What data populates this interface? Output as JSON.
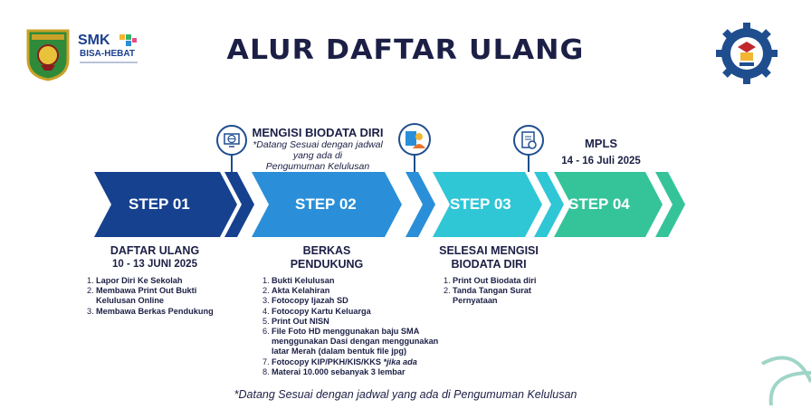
{
  "header": {
    "title": "ALUR DAFTAR ULANG",
    "logo_left": "regional-emblem",
    "logo_smk_main": "SMK",
    "logo_smk_sub": "BISA-HEBAT",
    "logo_right": "school-gear-emblem"
  },
  "steps": [
    {
      "label": "STEP 01",
      "color": "#16418f"
    },
    {
      "label": "STEP 02",
      "color": "#2a8fd8"
    },
    {
      "label": "STEP 03",
      "color": "#2fc6d6"
    },
    {
      "label": "STEP 04",
      "color": "#35c39a"
    }
  ],
  "top_items": {
    "step2_title": "MENGISI BIODATA DIRI",
    "step2_note_1": "*Datang Sesuai dengan jadwal",
    "step2_note_2": "yang ada di",
    "step2_note_3": "Pengumuman Kelulusan",
    "step4_title": "MPLS",
    "step4_date": "14 - 16 Juli 2025"
  },
  "col1": {
    "title": "DAFTAR ULANG",
    "date": "10 -  13 JUNI 2025",
    "items": [
      "Lapor Diri Ke Sekolah",
      "Membawa Print Out Bukti Kelulusan Online",
      "Membawa Berkas Pendukung"
    ]
  },
  "col2": {
    "title_1": "BERKAS",
    "title_2": "PENDUKUNG",
    "items": [
      "Bukti Kelulusan",
      "Akta Kelahiran",
      "Fotocopy Ijazah SD",
      "Fotocopy Kartu Keluarga",
      "Print Out NISN",
      "File Foto HD menggunakan baju SMA menggunakan Dasi  dengan menggunakan latar Merah (dalam bentuk file jpg)",
      "Fotocopy KIP/PKH/KIS/KKS",
      "Materai 10.000 sebanyak 3 lembar"
    ],
    "item7_suffix": " *jika ada"
  },
  "col3": {
    "title_1": "SELESAI MENGISI",
    "title_2": "BIODATA DIRI",
    "items": [
      "Print Out Biodata diri",
      "Tanda Tangan Surat Pernyataan"
    ]
  },
  "footer": "*Datang Sesuai dengan jadwal yang ada di Pengumuman Kelulusan",
  "icons": [
    "globe-computer-icon",
    "person-document-icon",
    "gear-document-icon"
  ]
}
